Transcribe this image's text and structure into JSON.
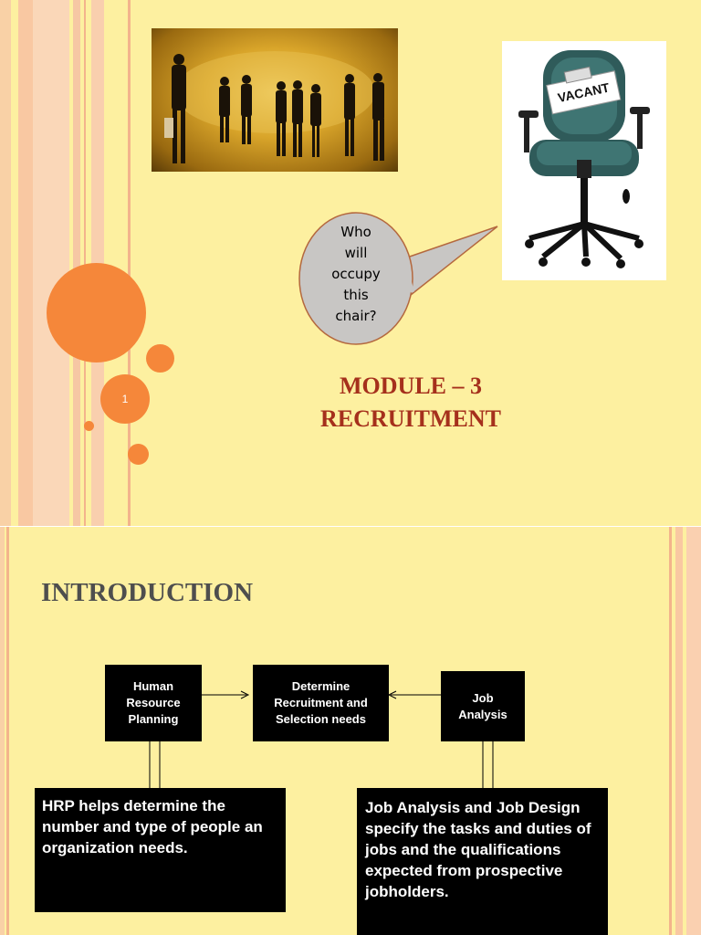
{
  "slide1": {
    "slide_number": "1",
    "speech_bubble": [
      "Who",
      "will",
      "occupy",
      "this",
      "chair?"
    ],
    "chair_sign": "VACANT",
    "title_line1": "MODULE – 3",
    "title_line2": "RECRUITMENT"
  },
  "slide2": {
    "title": "INTRODUCTION",
    "flow": {
      "box_hrp": [
        "Human",
        "Resource",
        "Planning"
      ],
      "box_determine": [
        "Determine",
        "Recruitment and",
        "Selection needs"
      ],
      "box_job_analysis": [
        "Job",
        "Analysis"
      ]
    },
    "hrp_note": "HRP helps determine the number and type of people an organization needs.",
    "job_note": "Job Analysis and Job Design specify the tasks and duties of jobs and the qualifications expected from prospective jobholders."
  },
  "colors": {
    "background": "#fdf0a0",
    "accent": "#f5873a",
    "title_red": "#a5301c",
    "intro_gray": "#4e4e4e"
  }
}
